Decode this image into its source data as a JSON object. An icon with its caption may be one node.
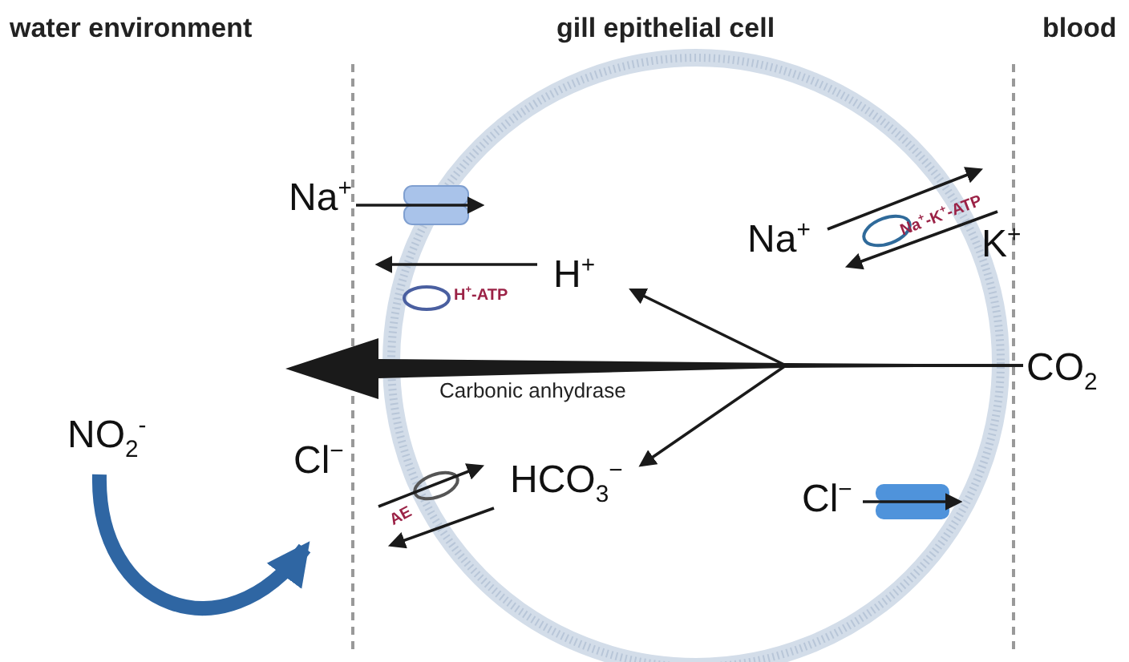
{
  "diagram": {
    "nodes": [
      {
        "text": [
          "Na$^{+}$"
        ]
      },
      {
        "text": [
          "H$^{+}$"
        ]
      },
      {
        "text": [
          "Na$^{+}$"
        ]
      },
      {
        "text": [
          "K$^{+}$"
        ]
      },
      {
        "text": [
          "CO$_{2}$"
        ]
      },
      {
        "text": [
          "Cl$^{−}$"
        ]
      },
      {
        "text": [
          "HCO$_{3}$$^{−}$"
        ]
      },
      {
        "text": [
          "Cl$^{−}$"
        ]
      },
      {
        "text": [
          "NO$_{2}$$^{-}$"
        ]
      }
    ],
    "edges": [
      {
        "from": 0,
        "to": null,
        "arrow": "to"
      },
      {
        "from": 1,
        "to": null,
        "arrow": "to"
      },
      {
        "from": 2,
        "to": 3,
        "arrow": "to"
      },
      {
        "from": 3,
        "to": 2,
        "arrow": "to"
      },
      {
        "from": 4,
        "to": 1,
        "arrow": "to"
      },
      {
        "from": 4,
        "to": 6,
        "arrow": "to"
      },
      {
        "from": 4,
        "to": null,
        "arrow": "to",
        "label": "Carbonic anhydrase",
        "style": "thick"
      },
      {
        "from": 5,
        "to": 6,
        "arrow": "to"
      },
      {
        "from": 6,
        "to": 5,
        "arrow": "to"
      },
      {
        "from": 7,
        "to": null,
        "arrow": "to"
      },
      {
        "from": 8,
        "to": 5,
        "arrow": "to",
        "style": "thick",
        "color": "#2f66a3"
      }
    ],
    "labels": [
      "water environment",
      "gill epithelial cell",
      "blood",
      "H$^{+}$-ATP",
      "Na$^{+}$-K$^{+}$-ATP",
      "AE"
    ]
  }
}
